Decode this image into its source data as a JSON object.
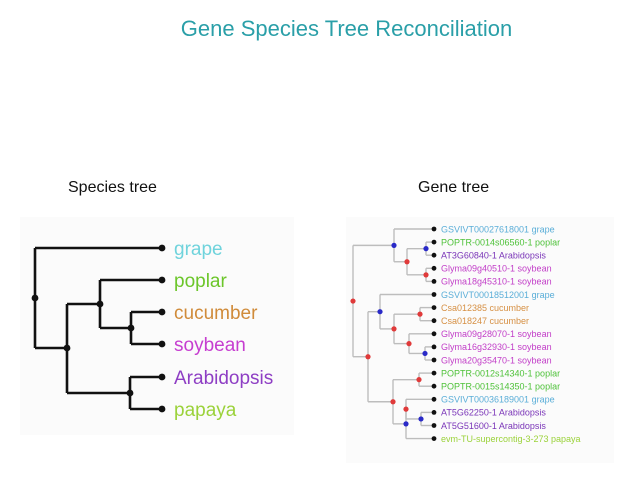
{
  "title": "Gene Species Tree Reconciliation",
  "species_tree": {
    "label": "Species tree",
    "leaves": [
      {
        "name": "grape",
        "color": "#6fd3dc"
      },
      {
        "name": "poplar",
        "color": "#6cc62a"
      },
      {
        "name": "cucumber",
        "color": "#d08b3a"
      },
      {
        "name": "soybean",
        "color": "#c63ed0"
      },
      {
        "name": "Arabidopsis",
        "color": "#8e3ec4"
      },
      {
        "name": "papaya",
        "color": "#9bd23a"
      }
    ]
  },
  "gene_tree": {
    "label": "Gene tree",
    "leaves": [
      {
        "name": "GSVIVT00027618001 grape",
        "color": "#5aaed8"
      },
      {
        "name": "POPTR-0014s06560-1 poplar",
        "color": "#4fc23a"
      },
      {
        "name": "AT3G60840-1 Arabidopsis",
        "color": "#7a35b8"
      },
      {
        "name": "Glyma09g40510-1 soybean",
        "color": "#c23ec8"
      },
      {
        "name": "Glyma18g45310-1 soybean",
        "color": "#c23ec8"
      },
      {
        "name": "GSVIVT00018512001 grape",
        "color": "#5aaed8"
      },
      {
        "name": "Csa012385 cucumber",
        "color": "#d69044"
      },
      {
        "name": "Csa018247 cucumber",
        "color": "#d69044"
      },
      {
        "name": "Glyma09g28070-1 soybean",
        "color": "#c23ec8"
      },
      {
        "name": "Glyma16g32930-1 soybean",
        "color": "#c23ec8"
      },
      {
        "name": "Glyma20g35470-1 soybean",
        "color": "#c23ec8"
      },
      {
        "name": "POPTR-0012s14340-1 poplar",
        "color": "#4fc23a"
      },
      {
        "name": "POPTR-0015s14350-1 poplar",
        "color": "#4fc23a"
      },
      {
        "name": "GSVIVT00036189001 grape",
        "color": "#5aaed8"
      },
      {
        "name": "AT5G62250-1 Arabidopsis",
        "color": "#7a35b8"
      },
      {
        "name": "AT5G51600-1 Arabidopsis",
        "color": "#7a35b8"
      },
      {
        "name": "evm-TU-supercontig-3-273 papaya",
        "color": "#9bd23a"
      }
    ],
    "node_colors": {
      "duplication": "#e03a3a",
      "speciation": "#2a2ac8",
      "leaf": "#111111"
    }
  }
}
